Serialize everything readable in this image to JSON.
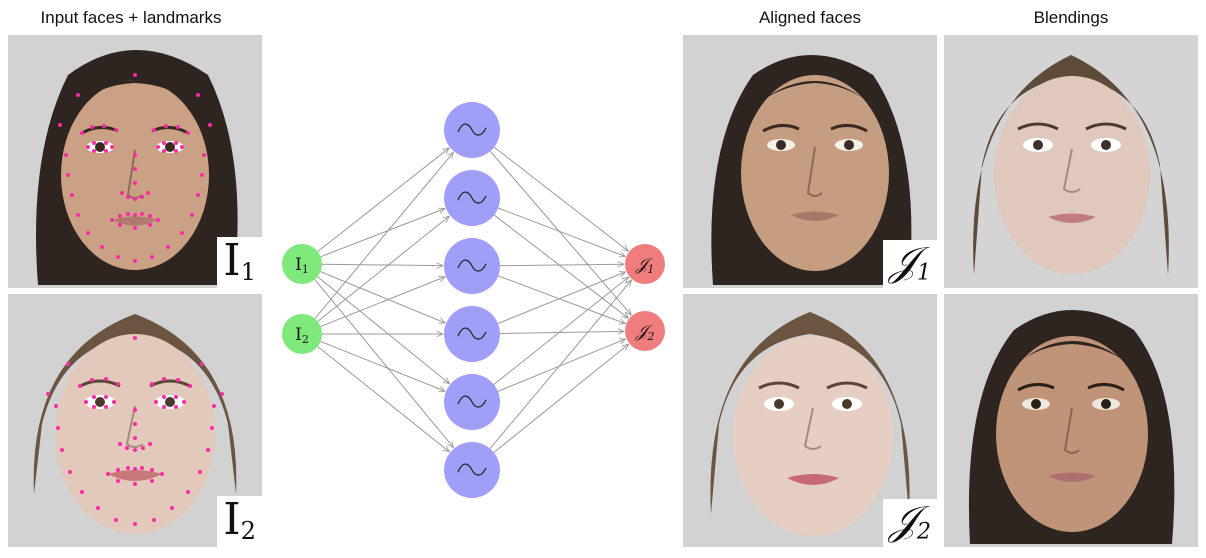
{
  "headings": {
    "input": "Input faces + landmarks",
    "aligned": "Aligned faces",
    "blendings": "Blendings"
  },
  "labels": {
    "input_1": {
      "main": "I",
      "sub": "1"
    },
    "input_2": {
      "main": "I",
      "sub": "2"
    },
    "aligned_1": {
      "main": "𝒥",
      "sub": "1"
    },
    "aligned_2": {
      "main": "𝒥",
      "sub": "2"
    }
  },
  "network": {
    "input_nodes": [
      {
        "main": "I",
        "sub": "1"
      },
      {
        "main": "I",
        "sub": "2"
      }
    ],
    "hidden_nodes": 6,
    "output_nodes": [
      {
        "main": "𝒥",
        "sub": "1"
      },
      {
        "main": "𝒥",
        "sub": "2"
      }
    ],
    "colors": {
      "input": "#7ee87a",
      "hidden": "#9f9ff7",
      "output": "#f07d7d",
      "edge": "#9a9a9a"
    }
  },
  "colors": {
    "landmark": "#ff2aa8",
    "background": "#d2d2d2",
    "skin_warm": "#caa184",
    "skin_pale": "#e3c9bc",
    "hair_dark": "#2e2521",
    "hair_light": "#6b5540"
  }
}
